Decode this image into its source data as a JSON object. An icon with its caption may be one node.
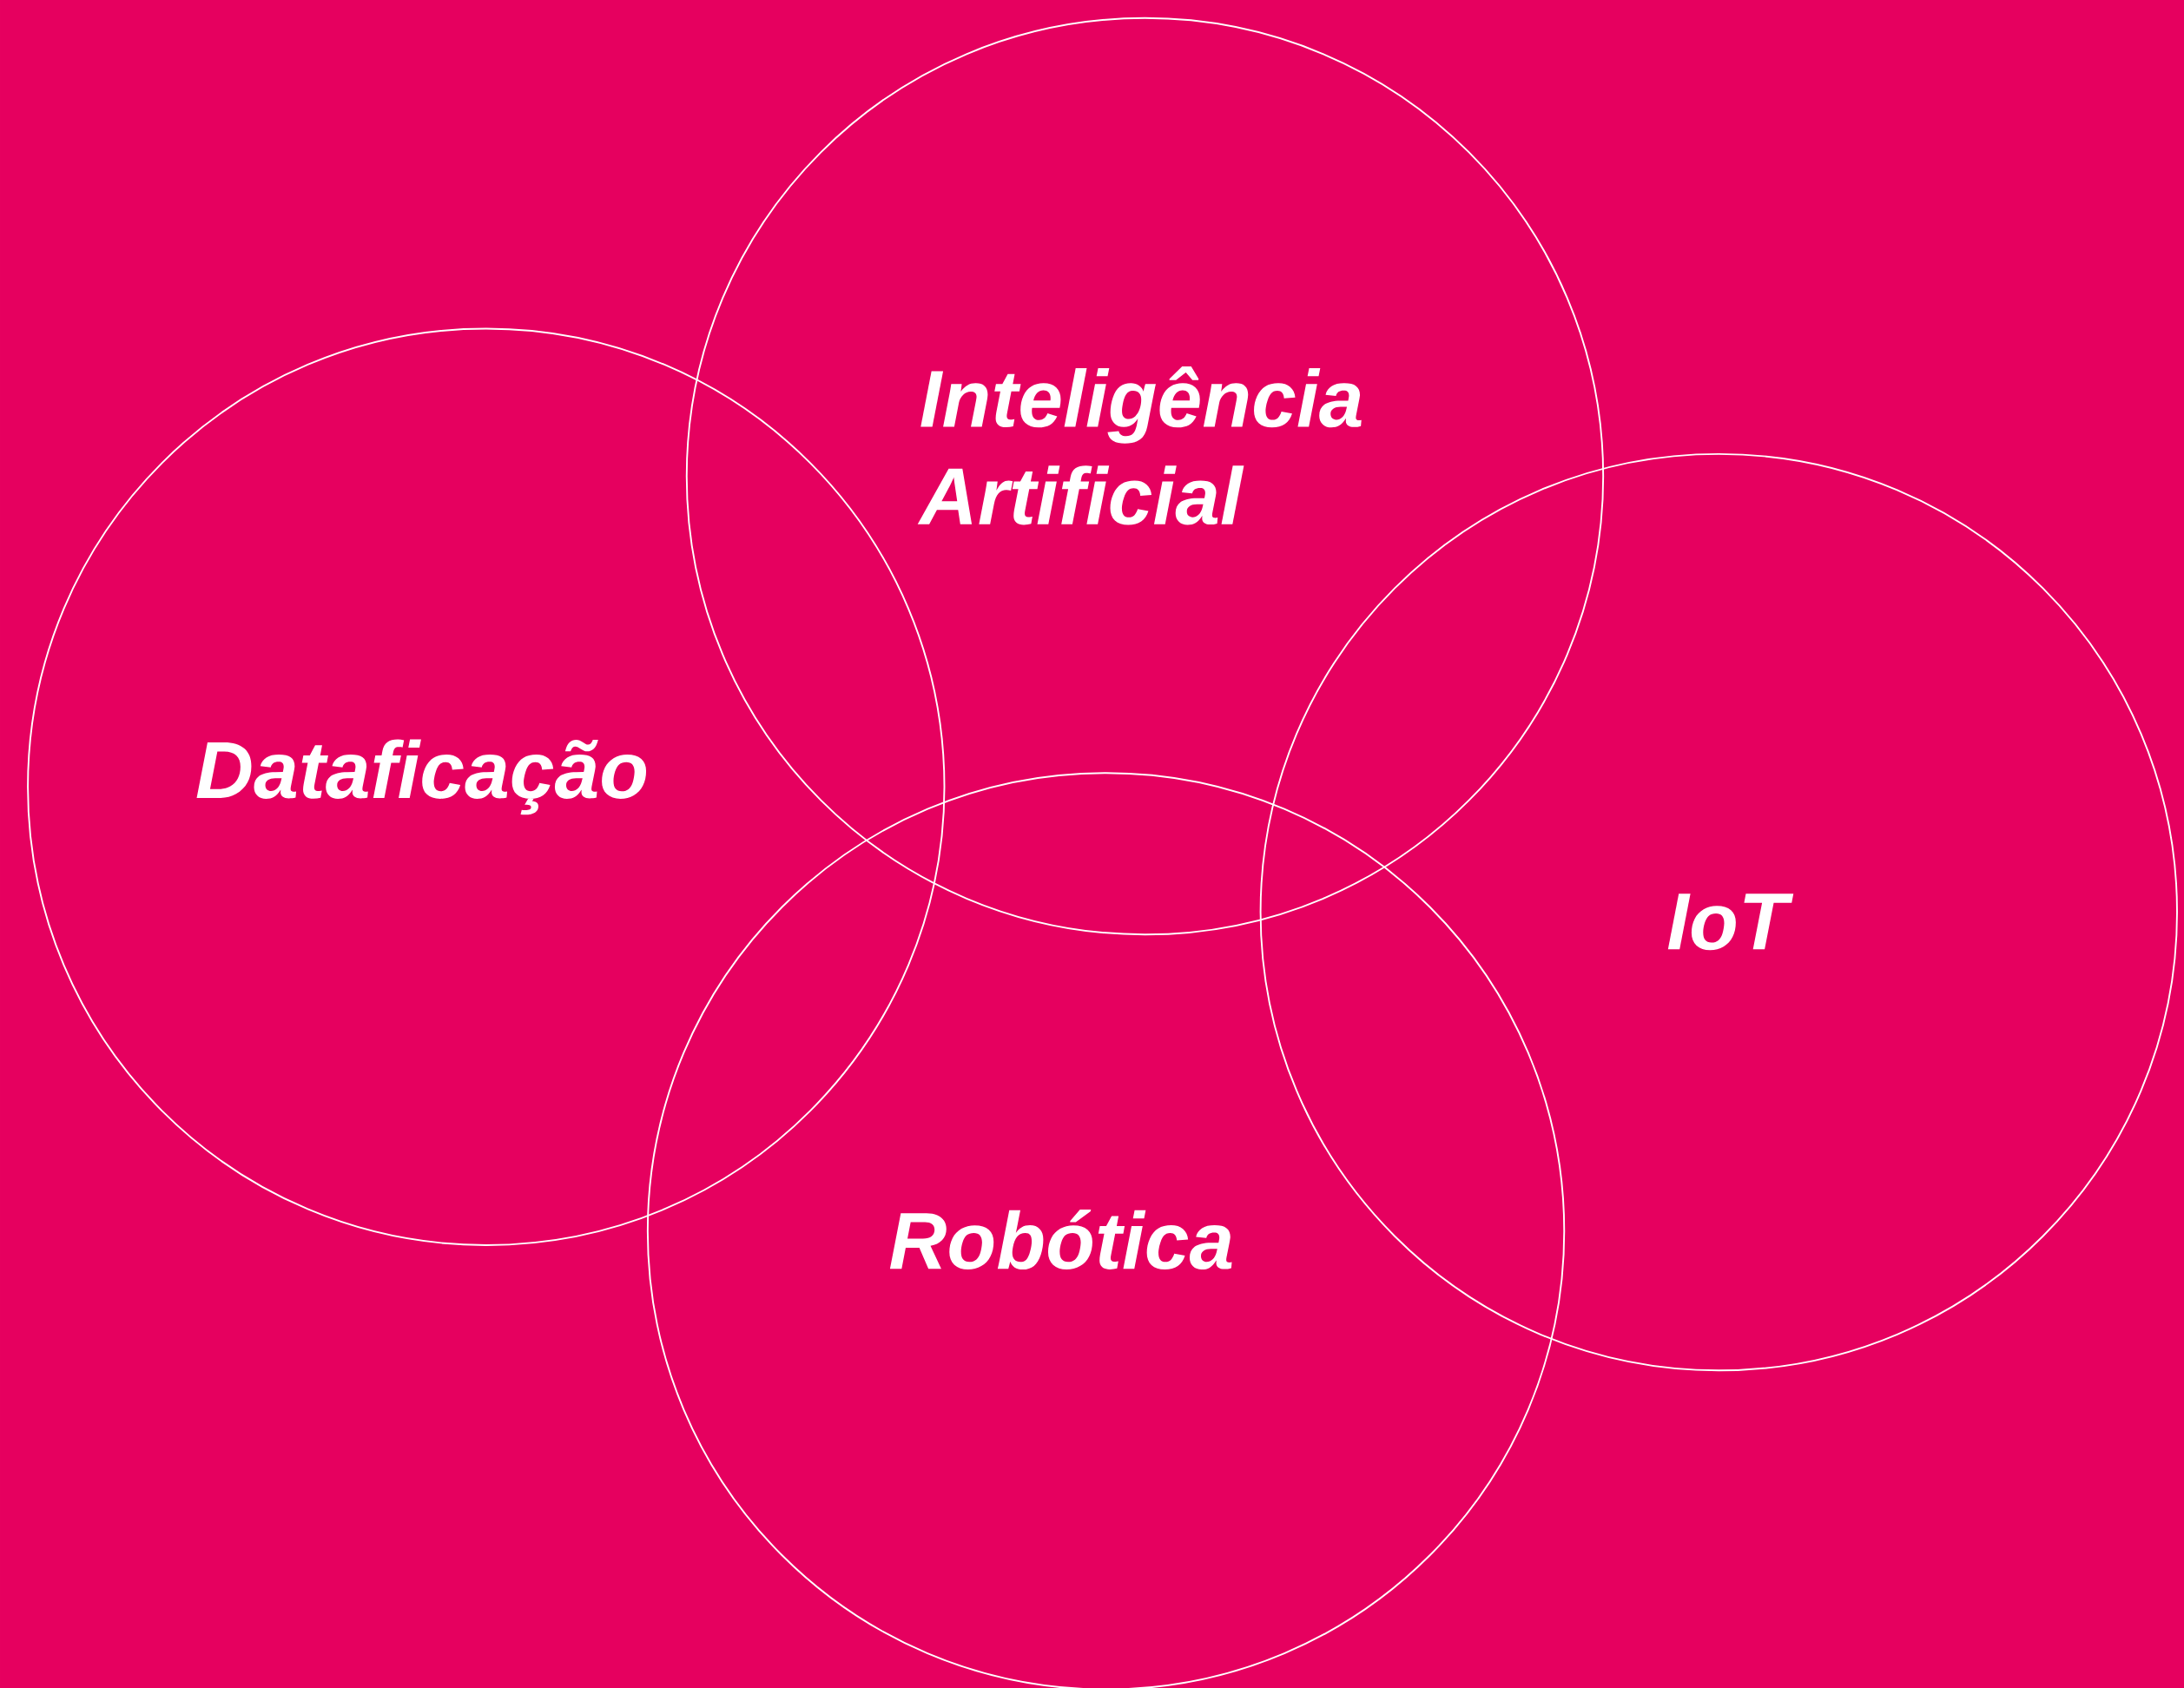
{
  "diagram": {
    "nodes": [
      {
        "text": [
          "Dataficação"
        ]
      },
      {
        "text": [
          "Inteligência Artificial"
        ]
      },
      {
        "text": [
          "IoT"
        ]
      },
      {
        "text": [
          "Robótica"
        ]
      }
    ]
  }
}
